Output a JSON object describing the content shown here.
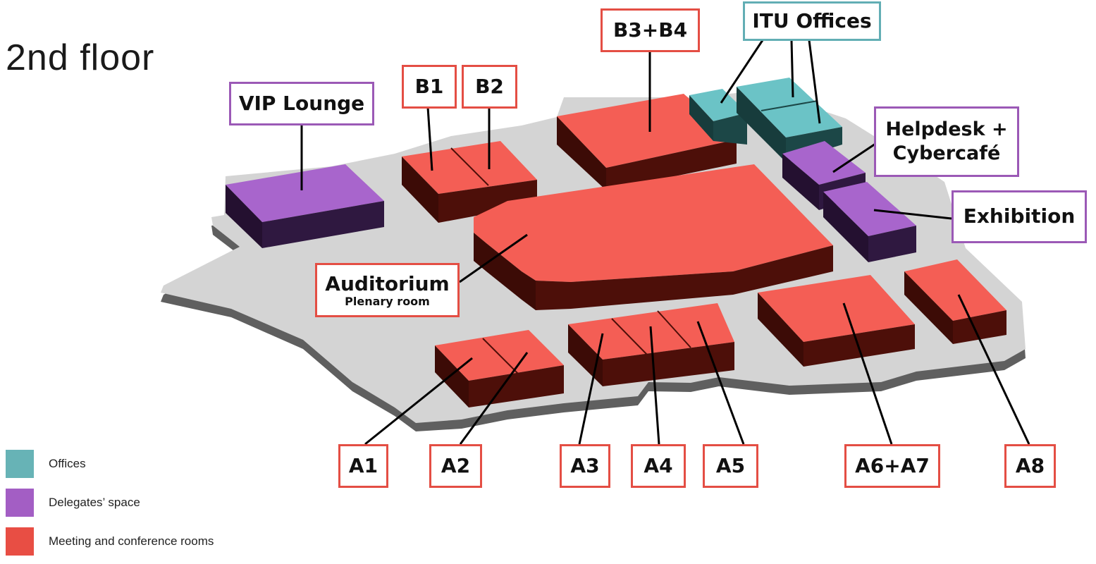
{
  "title": "2nd floor",
  "colors": {
    "offices": "#67b3b6",
    "delegates": "#a35ec4",
    "meeting": "#e84e44",
    "floor": "#d4d4d4"
  },
  "rooms": {
    "vip_lounge": "VIP Lounge",
    "b1": "B1",
    "b2": "B2",
    "b3b4": "B3+B4",
    "itu_offices": "ITU Offices",
    "helpdesk_line1": "Helpdesk +",
    "helpdesk_line2": "Cybercafé",
    "exhibition": "Exhibition",
    "auditorium": "Auditorium",
    "auditorium_sub": "Plenary room",
    "a1": "A1",
    "a2": "A2",
    "a3": "A3",
    "a4": "A4",
    "a5": "A5",
    "a6a7": "A6+A7",
    "a8": "A8"
  },
  "legend": [
    {
      "label": "Offices",
      "color": "#67b3b6"
    },
    {
      "label": "Delegates’ space",
      "color": "#a35ec4"
    },
    {
      "label": "Meeting and conference rooms",
      "color": "#e84e44"
    }
  ]
}
